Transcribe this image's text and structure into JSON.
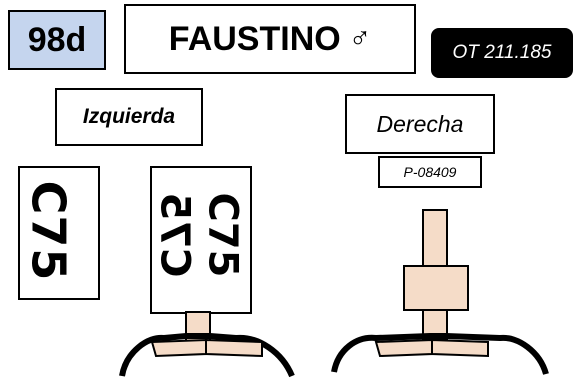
{
  "header": {
    "bird_id": "98d",
    "name": "FAUSTINO",
    "sex_symbol": "♂",
    "ot_code": "OT 211.185"
  },
  "left_leg": {
    "label": "Izquierda",
    "band_code": "C75",
    "band_code_mirrored": "C75",
    "band_code_partial": "C75"
  },
  "right_leg": {
    "label": "Derecha",
    "ring_code": "P-08409"
  },
  "colors": {
    "id_background": "#c5d5ee",
    "ring_fill": "#f5dcc8",
    "ot_background": "#000000"
  }
}
